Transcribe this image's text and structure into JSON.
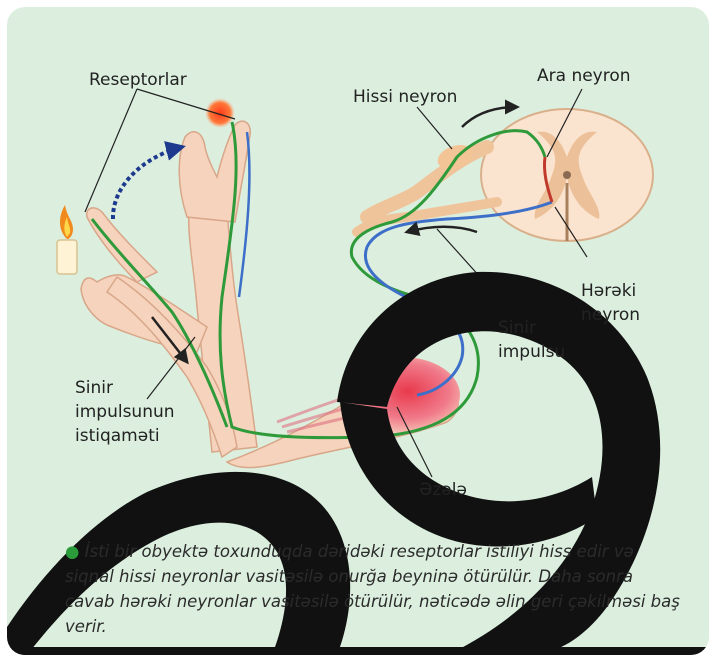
{
  "labels": {
    "receptors": "Reseptorlar",
    "sensory_neuron": "Hissi neyron",
    "interneuron": "Ara neyron",
    "motor_neuron_line1": "Hərəki",
    "motor_neuron_line2": "neyron",
    "nerve_impulse_line1": "Sinir",
    "nerve_impulse_line2": "impulsu",
    "impulse_direction_line1": "Sinir",
    "impulse_direction_line2": "impulsunun",
    "impulse_direction_line3": "istiqaməti",
    "muscle": "Əzələ"
  },
  "caption": {
    "bullet": "●",
    "text": "İsti bir obyektə toxunduqda dəridəki reseptorlar  istiliyi hiss edir və siqnal hissi neyronlar vasitəsilə onurğa beyninə ötürülür. Daha sonra cavab hərəki neyronlar vasitəsilə ötürülür, nəticədə əlin geri çəkilməsi baş verir."
  },
  "colors": {
    "background": "#dcefdf",
    "sensory_path": "#2e9a3a",
    "motor_path": "#3d6fc9",
    "watermark": "#111111",
    "skin": "#f6d3bd",
    "flame": "#f08a1c"
  }
}
